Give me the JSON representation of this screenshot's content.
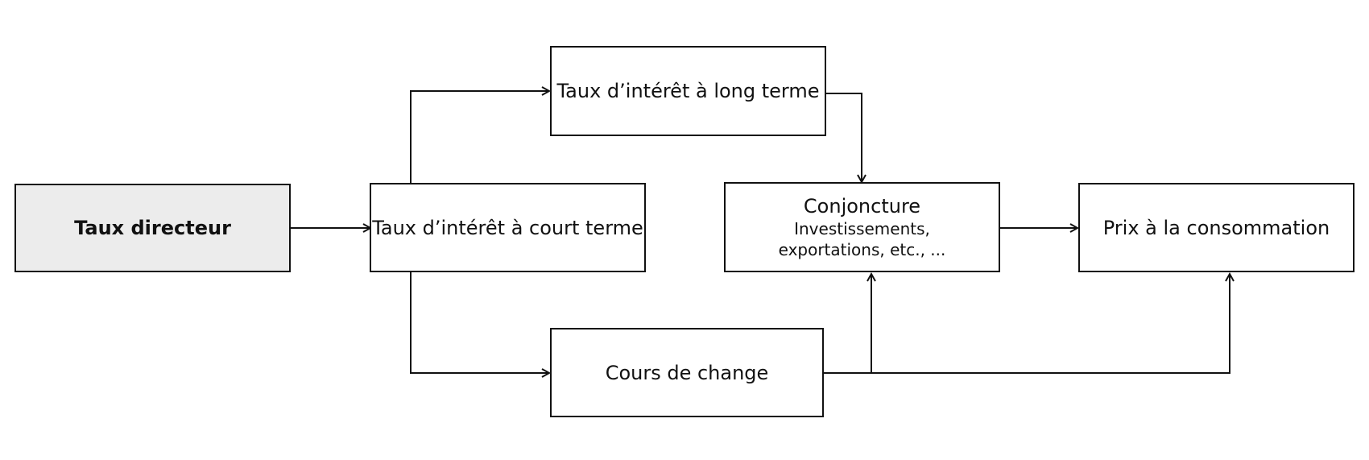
{
  "nodes": {
    "policy_rate": {
      "label": "Taux directeur"
    },
    "short_rate": {
      "label": "Taux d’intérêt à court terme"
    },
    "long_rate": {
      "label": "Taux d’intérêt à long terme"
    },
    "exchange_rate": {
      "label": "Cours de change"
    },
    "economy": {
      "label": "Conjoncture",
      "sub_line1": "Investissements,",
      "sub_line2": "exportations, etc., ..."
    },
    "consumer_prices": {
      "label": "Prix à la consommation"
    }
  },
  "edges": [
    {
      "from": "policy_rate",
      "to": "short_rate"
    },
    {
      "from": "short_rate",
      "to": "long_rate"
    },
    {
      "from": "short_rate",
      "to": "exchange_rate"
    },
    {
      "from": "long_rate",
      "to": "economy"
    },
    {
      "from": "exchange_rate",
      "to": "economy"
    },
    {
      "from": "exchange_rate",
      "to": "consumer_prices"
    },
    {
      "from": "economy",
      "to": "consumer_prices"
    }
  ]
}
